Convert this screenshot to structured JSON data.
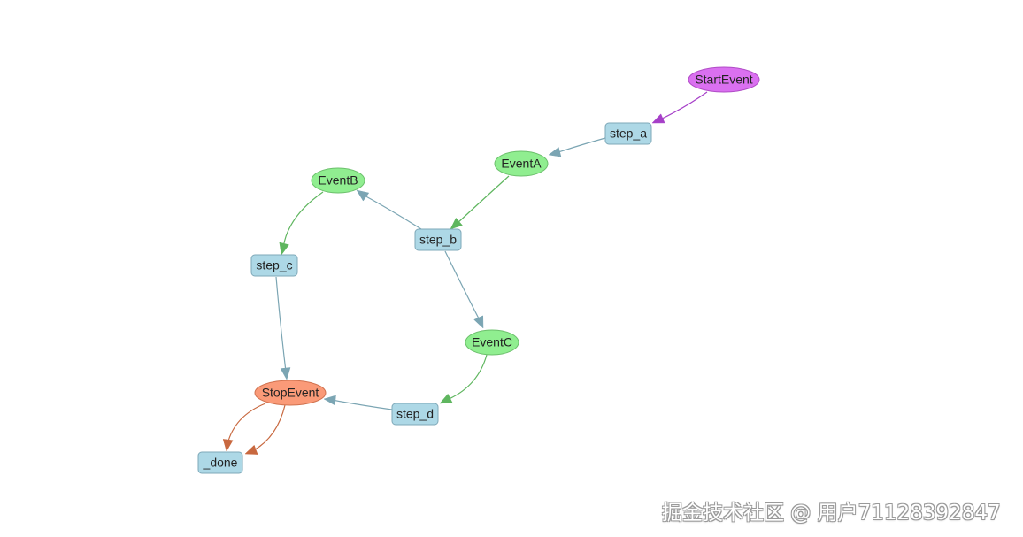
{
  "diagram": {
    "nodes": [
      {
        "id": "StartEvent",
        "label": "StartEvent",
        "kind": "event",
        "color": "#da70f0",
        "border": "#b04cc6"
      },
      {
        "id": "step_a",
        "label": "step_a",
        "kind": "step",
        "color": "#add8e6",
        "border": "#7ea8b8"
      },
      {
        "id": "EventA",
        "label": "EventA",
        "kind": "event",
        "color": "#90ee90",
        "border": "#6cc06c"
      },
      {
        "id": "step_b",
        "label": "step_b",
        "kind": "step",
        "color": "#add8e6",
        "border": "#7ea8b8"
      },
      {
        "id": "EventB",
        "label": "EventB",
        "kind": "event",
        "color": "#90ee90",
        "border": "#6cc06c"
      },
      {
        "id": "EventC",
        "label": "EventC",
        "kind": "event",
        "color": "#90ee90",
        "border": "#6cc06c"
      },
      {
        "id": "step_c",
        "label": "step_c",
        "kind": "step",
        "color": "#add8e6",
        "border": "#7ea8b8"
      },
      {
        "id": "step_d",
        "label": "step_d",
        "kind": "step",
        "color": "#add8e6",
        "border": "#7ea8b8"
      },
      {
        "id": "StopEvent",
        "label": "StopEvent",
        "kind": "event",
        "color": "#fa9a78",
        "border": "#d0724f"
      },
      {
        "id": "_done",
        "label": "_done",
        "kind": "step",
        "color": "#add8e6",
        "border": "#7ea8b8"
      }
    ],
    "edges": [
      {
        "from": "StartEvent",
        "to": "step_a",
        "color": "#a63fc8"
      },
      {
        "from": "step_a",
        "to": "EventA",
        "color": "#7ba5b3"
      },
      {
        "from": "EventA",
        "to": "step_b",
        "color": "#5fb65f"
      },
      {
        "from": "step_b",
        "to": "EventB",
        "color": "#7ba5b3"
      },
      {
        "from": "step_b",
        "to": "EventC",
        "color": "#7ba5b3"
      },
      {
        "from": "EventB",
        "to": "step_c",
        "color": "#5fb65f"
      },
      {
        "from": "EventC",
        "to": "step_d",
        "color": "#5fb65f"
      },
      {
        "from": "step_c",
        "to": "StopEvent",
        "color": "#7ba5b3"
      },
      {
        "from": "step_d",
        "to": "StopEvent",
        "color": "#7ba5b3"
      },
      {
        "from": "StopEvent",
        "to": "_done",
        "color": "#c8683f"
      },
      {
        "from": "StopEvent",
        "to": "_done",
        "color": "#c8683f"
      }
    ]
  },
  "watermark": {
    "text": "掘金技术社区 @ 用户71128392847"
  }
}
